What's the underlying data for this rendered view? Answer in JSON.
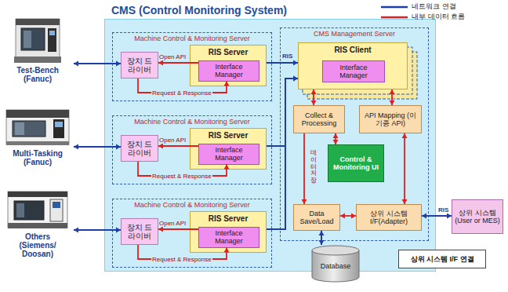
{
  "diagram": {
    "nodes": [
      {
        "text": [
          "CMS (Control Monitoring System)"
        ]
      },
      {
        "text": [
          "Machine Control & Monitoring Server"
        ],
        "in": 0
      },
      {
        "text": [
          "장치 드라이버"
        ],
        "in": 1
      },
      {
        "text": [
          "RIS Server"
        ],
        "in": 1
      },
      {
        "text": [
          "Interface Manager"
        ],
        "in": 3
      },
      {
        "text": [
          "Machine Control & Monitoring Server"
        ],
        "in": 0
      },
      {
        "text": [
          "장치 드라이버"
        ],
        "in": 5
      },
      {
        "text": [
          "RIS Server"
        ],
        "in": 5
      },
      {
        "text": [
          "Interface Manager"
        ],
        "in": 7
      },
      {
        "text": [
          "Machine Control & Monitoring Server"
        ],
        "in": 0
      },
      {
        "text": [
          "장치 드라이버"
        ],
        "in": 9
      },
      {
        "text": [
          "RIS Server"
        ],
        "in": 9
      },
      {
        "text": [
          "Interface Manager"
        ],
        "in": 11
      },
      {
        "text": [
          "CMS Management Server"
        ],
        "in": 0
      },
      {
        "text": [
          "RIS Client"
        ],
        "in": 13
      },
      {
        "text": [
          "Interface Manager"
        ],
        "in": 14
      },
      {
        "text": [
          "Collect & Processing"
        ],
        "in": 13
      },
      {
        "text": [
          "API Mapping (이 기종 API)"
        ],
        "in": 13
      },
      {
        "text": [
          "Control & Monitoring UI"
        ],
        "in": 13
      },
      {
        "text": [
          "Data Save/Load"
        ],
        "in": 13
      },
      {
        "text": [
          "상위 시스템 I/F(Adapter)"
        ],
        "in": 13
      },
      {
        "text": [
          "Test-Bench (Fanuc)"
        ]
      },
      {
        "text": [
          "Multi-Tasking (Fanuc)"
        ]
      },
      {
        "text": [
          "Others (Siemens/ Doosan)"
        ]
      },
      {
        "text": [
          "Database"
        ]
      },
      {
        "text": [
          "상위 시스템 (User or MES)"
        ]
      },
      {
        "text": [
          "상위 시스템 I/F 연결"
        ]
      }
    ],
    "edges": [
      {
        "from": 21,
        "to": 2,
        "arrow": "both"
      },
      {
        "from": 22,
        "to": 6,
        "arrow": "both"
      },
      {
        "from": 23,
        "to": 10,
        "arrow": "both"
      },
      {
        "from": 4,
        "to": 2,
        "label": "Open API",
        "arrow": "to"
      },
      {
        "from": 2,
        "to": 4,
        "label": "Request & Response",
        "arrow": "to"
      },
      {
        "from": 8,
        "to": 6,
        "label": "Open API",
        "arrow": "to"
      },
      {
        "from": 6,
        "to": 8,
        "label": "Request & Response",
        "arrow": "to"
      },
      {
        "from": 12,
        "to": 10,
        "label": "Open API",
        "arrow": "to"
      },
      {
        "from": 10,
        "to": 12,
        "label": "Request & Response",
        "arrow": "to"
      },
      {
        "from": 3,
        "to": 14,
        "label": "RIS",
        "arrow": "to"
      },
      {
        "from": 7,
        "to": 14,
        "arrow": "to"
      },
      {
        "from": 11,
        "to": 14,
        "arrow": "to"
      },
      {
        "from": 14,
        "to": 16,
        "arrow": "both"
      },
      {
        "from": 14,
        "to": 17,
        "arrow": "both"
      },
      {
        "from": 16,
        "to": 18,
        "arrow": "both"
      },
      {
        "from": 16,
        "to": 19,
        "label": "데이터 저장",
        "arrow": "to"
      },
      {
        "from": 17,
        "to": 20,
        "arrow": "both"
      },
      {
        "from": 19,
        "to": 20,
        "arrow": "both"
      },
      {
        "from": 19,
        "to": 24,
        "arrow": "both"
      },
      {
        "from": 20,
        "to": 25,
        "label": "RIS",
        "arrow": "both"
      }
    ],
    "legend": [
      {
        "text": "네트워크 연결"
      },
      {
        "text": "내부 데이터 흐름"
      }
    ]
  }
}
